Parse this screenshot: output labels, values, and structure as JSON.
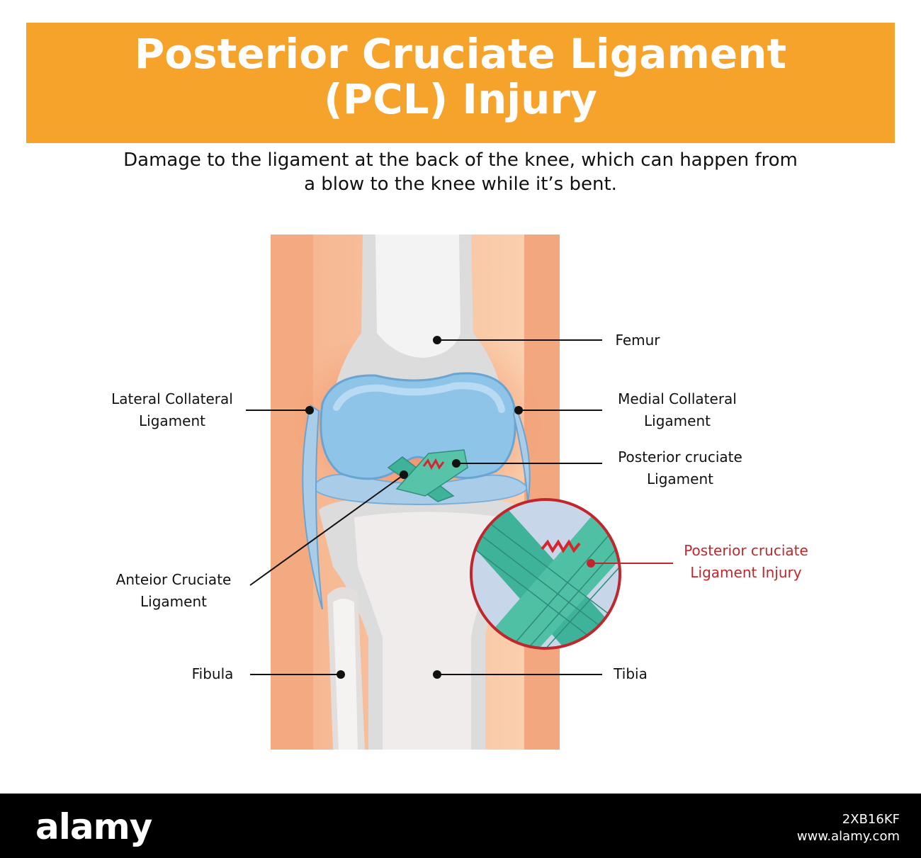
{
  "header": {
    "title_line1": "Posterior Cruciate Ligament",
    "title_line2": "(PCL) Injury",
    "subtitle_line1": "Damage to the ligament at the back of the knee, which can happen from",
    "subtitle_line2": "a blow to the knee while it’s bent."
  },
  "labels": {
    "femur": "Femur",
    "lcl_line1": "Lateral Collateral",
    "lcl_line2": "Ligament",
    "mcl_line1": "Medial Collateral",
    "mcl_line2": "Ligament",
    "pcl_line1": "Posterior cruciate",
    "pcl_line2": "Ligament",
    "injury_line1": "Posterior cruciate",
    "injury_line2": "Ligament Injury",
    "acl_line1": "Anteior Cruciate",
    "acl_line2": "Ligament",
    "fibula": "Fibula",
    "tibia": "Tibia"
  },
  "footer": {
    "logo": "alamy",
    "image_id": "2XB16KF",
    "site": "www.alamy.com"
  },
  "colors": {
    "banner": "#f6a32b",
    "injury_text": "#c0272d",
    "ligament": "#3fb39a",
    "cartilage": "#8ec4e8"
  }
}
